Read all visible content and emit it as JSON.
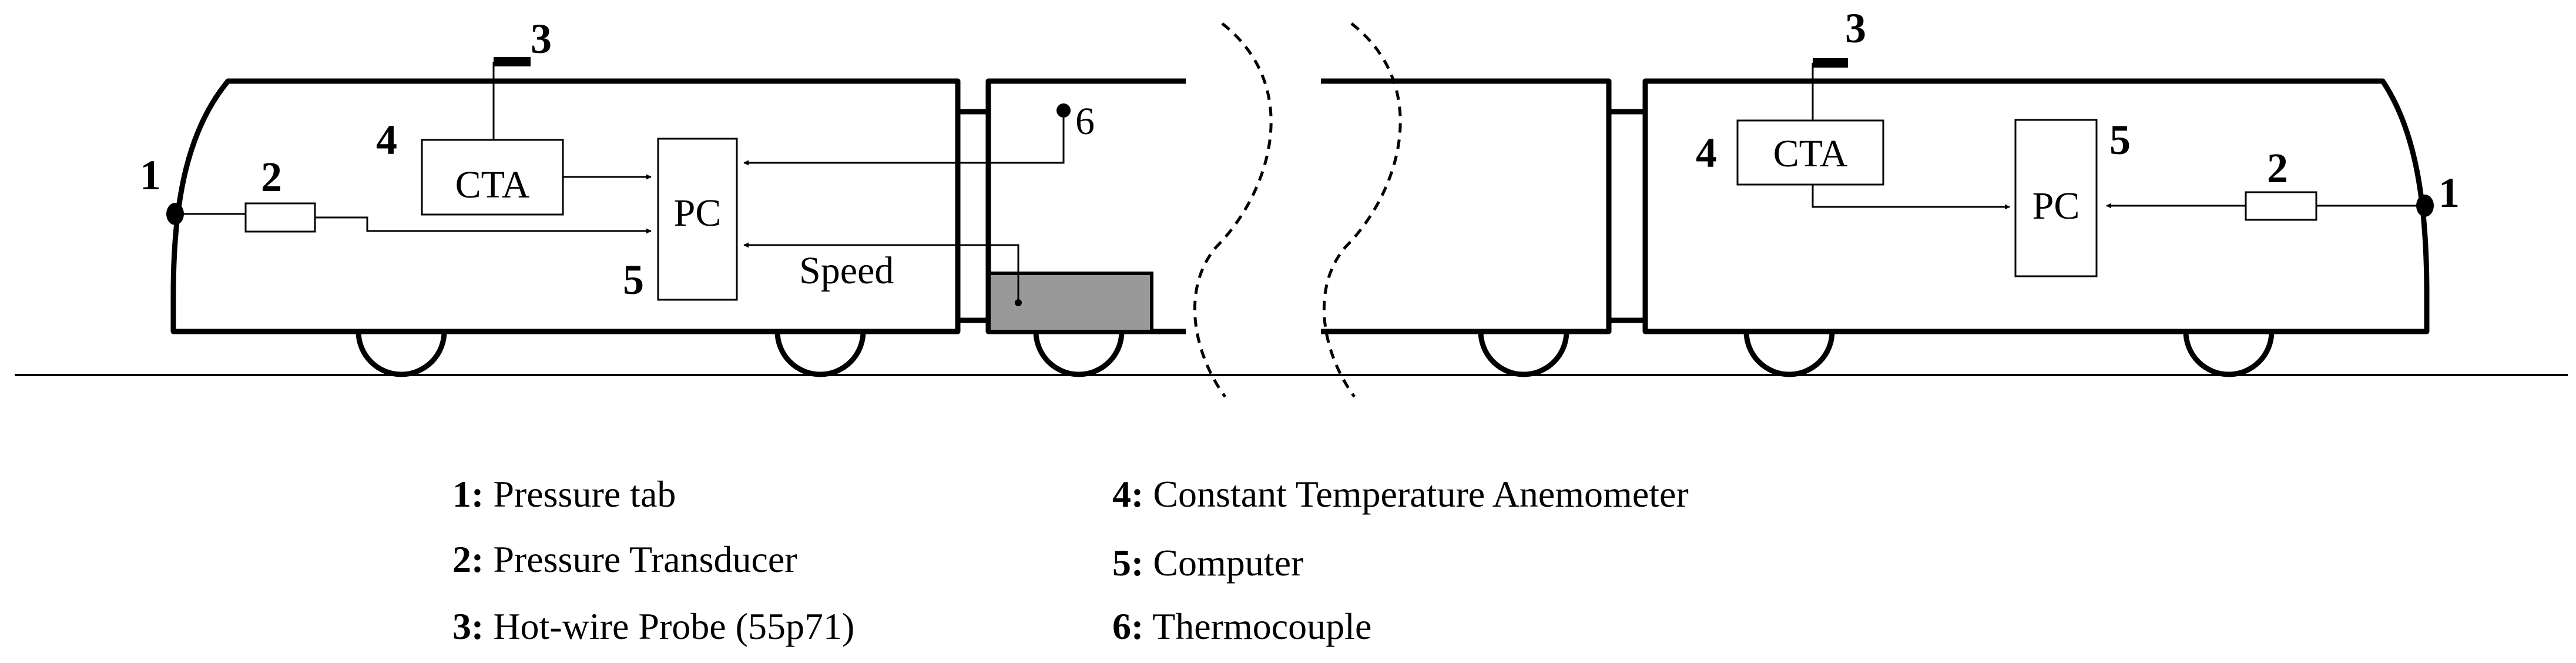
{
  "labels": {
    "cta": "CTA",
    "pc": "PC",
    "speed": "Speed"
  },
  "callouts": {
    "n1": "1",
    "n2": "2",
    "n3": "3",
    "n4": "4",
    "n5": "5",
    "n6": "6"
  },
  "legend": [
    {
      "key": "1:",
      "text": " Pressure tab"
    },
    {
      "key": "2:",
      "text": " Pressure Transducer"
    },
    {
      "key": "3:",
      "text": " Hot-wire Probe (55p71)"
    },
    {
      "key": "4:",
      "text": " Constant Temperature Anemometer"
    },
    {
      "key": "5:",
      "text": " Computer"
    },
    {
      "key": "6:",
      "text": " Thermocouple"
    }
  ]
}
